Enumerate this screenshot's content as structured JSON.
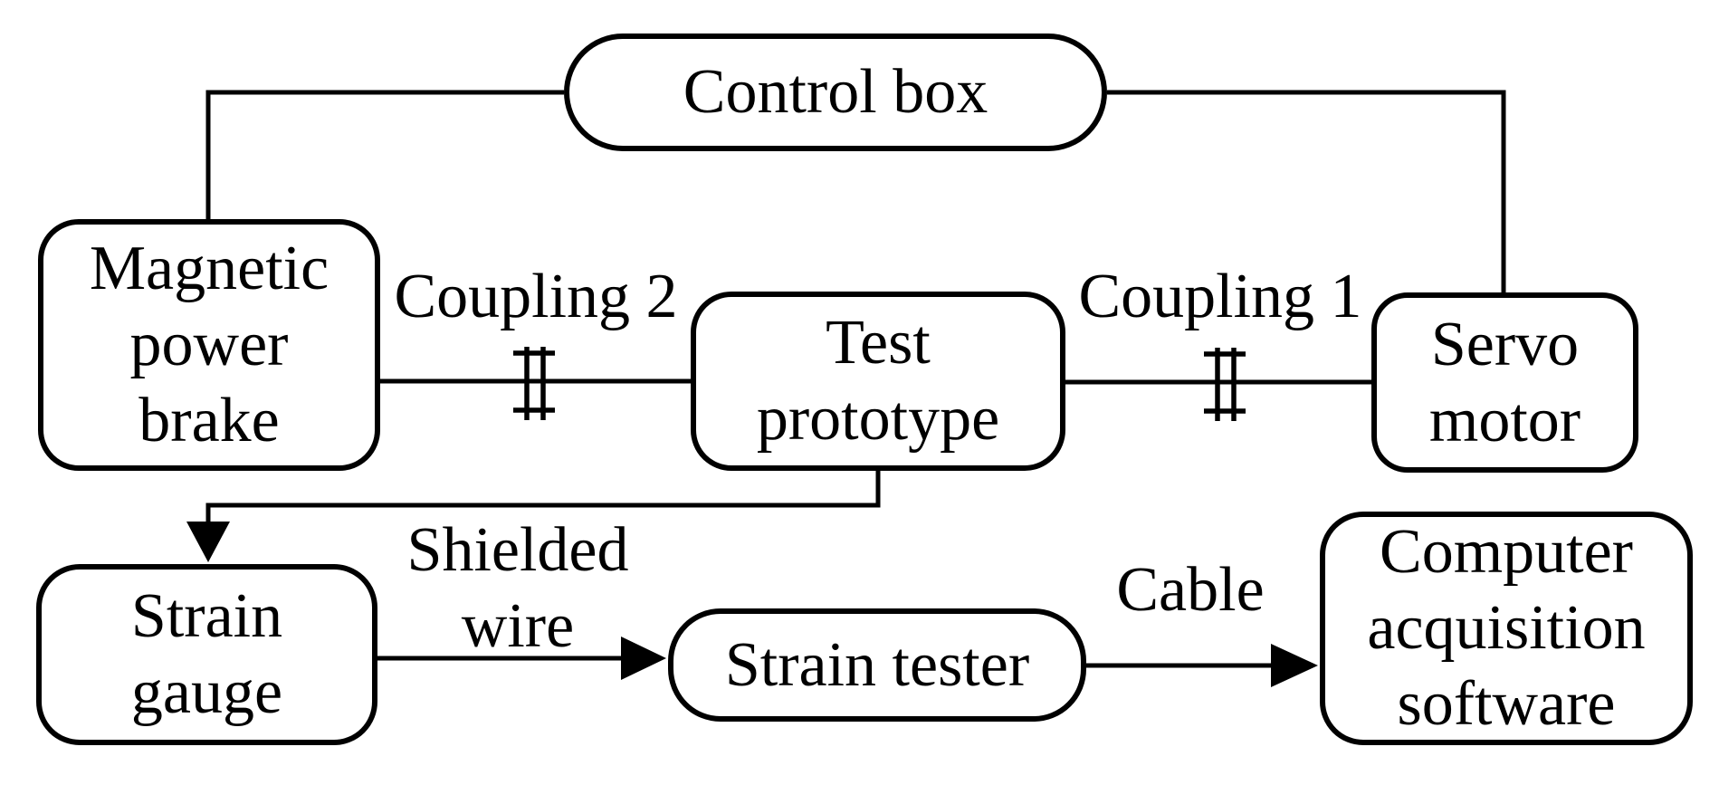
{
  "diagram": {
    "colors": {
      "background": "#ffffff",
      "line": "#000000",
      "text": "#000000"
    },
    "nodes": {
      "control_box": "Control box",
      "magnetic_power_brake": "Magnetic power brake",
      "test_prototype": "Test prototype",
      "servo_motor": "Servo motor",
      "strain_gauge": "Strain gauge",
      "strain_tester": "Strain tester",
      "computer_acquisition_software": "Computer acquisition software"
    },
    "edge_labels": {
      "coupling_2": "Coupling 2",
      "coupling_1": "Coupling 1",
      "shielded_wire": "Shielded wire",
      "cable": "Cable"
    }
  }
}
